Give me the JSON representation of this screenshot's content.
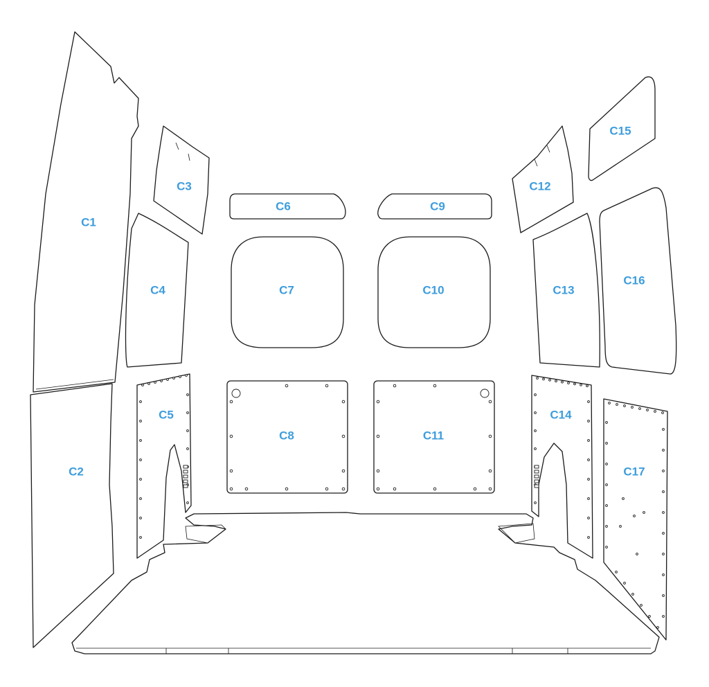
{
  "diagram": {
    "label_color": "#3e9ddc",
    "panels": [
      {
        "id": "c1",
        "label": "C1"
      },
      {
        "id": "c2",
        "label": "C2"
      },
      {
        "id": "c3",
        "label": "C3"
      },
      {
        "id": "c4",
        "label": "C4"
      },
      {
        "id": "c5",
        "label": "C5"
      },
      {
        "id": "c6",
        "label": "C6"
      },
      {
        "id": "c7",
        "label": "C7"
      },
      {
        "id": "c8",
        "label": "C8"
      },
      {
        "id": "c9",
        "label": "C9"
      },
      {
        "id": "c10",
        "label": "C10"
      },
      {
        "id": "c11",
        "label": "C11"
      },
      {
        "id": "c12",
        "label": "C12"
      },
      {
        "id": "c13",
        "label": "C13"
      },
      {
        "id": "c14",
        "label": "C14"
      },
      {
        "id": "c15",
        "label": "C15"
      },
      {
        "id": "c16",
        "label": "C16"
      },
      {
        "id": "c17",
        "label": "C17"
      }
    ]
  }
}
